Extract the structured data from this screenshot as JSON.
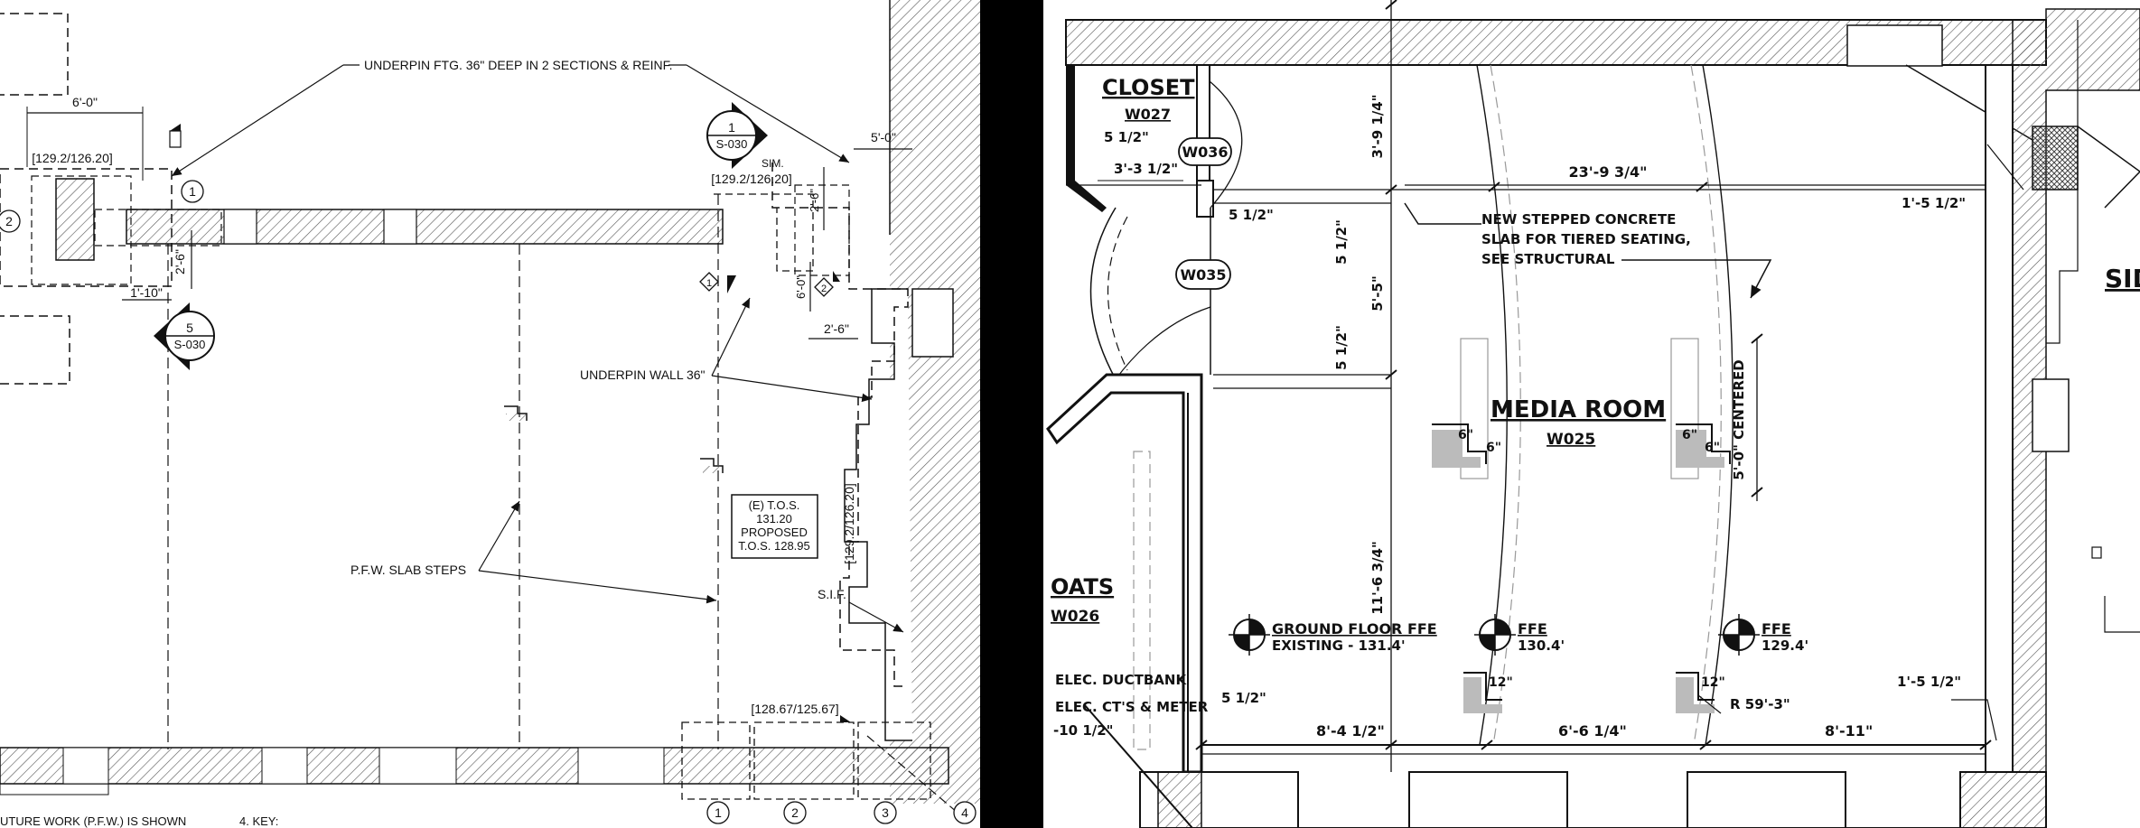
{
  "left_panel": {
    "notes": {
      "underpin_ftg": "UNDERPIN FTG. 36\" DEEP IN 2 SECTIONS & REINF.",
      "underpin_wall": "UNDERPIN WALL 36\"",
      "pfw_slab_steps": "P.F.W. SLAB STEPS",
      "sif": "S.I.F.",
      "sim": "SIM.",
      "future_work": "UTURE WORK (P.F.W.) IS SHOWN",
      "key": "4. KEY:"
    },
    "dimensions": {
      "d_6_0_top": "6'-0\"",
      "d_5_0": "5'-0\"",
      "d_2_6_left": "2'-6\"",
      "d_1_10": "1'-10\"",
      "d_2_6_right_v": "2'-6\"",
      "d_6_0_v": "6'-0\"",
      "d_2_6_h": "2'-6\""
    },
    "elevations": {
      "el_left": "[129.2/126.20]",
      "el_top_right": "[129.2/126.20]",
      "el_vertical": "[129.2/126.20]",
      "el_bottom": "[128.67/125.67]"
    },
    "tos_box": {
      "line1": "(E) T.O.S.",
      "line2": "131.20",
      "line3": "PROPOSED",
      "line4": "T.O.S. 128.95"
    },
    "section_markers": [
      {
        "num": "1",
        "sheet": "S-030"
      },
      {
        "num": "5",
        "sheet": "S-030"
      }
    ],
    "circle_tags": [
      "1",
      "2",
      "1",
      "2",
      "3",
      "4"
    ],
    "diamond_tags": [
      "1",
      "2"
    ]
  },
  "right_panel": {
    "rooms": {
      "closet": "CLOSET",
      "closet_num": "W027",
      "media_room": "MEDIA ROOM",
      "media_num": "W025",
      "coats": "OATS",
      "coats_num": "W026",
      "side_cut": "SID"
    },
    "doors": [
      "W036",
      "W035"
    ],
    "notes": {
      "slab_line1": "NEW STEPPED CONCRETE",
      "slab_line2": "SLAB FOR TIERED SEATING,",
      "slab_line3": "SEE STRUCTURAL",
      "ductbank": "ELEC. DUCTBANK",
      "cts_meter": "ELEC. CT'S & METER",
      "centered": "5'-0\" CENTERED",
      "radius": "R 59'-3\""
    },
    "ffe": {
      "ground_line1": "GROUND FLOOR FFE",
      "ground_line2": "EXISTING - 131.4'",
      "ffe_label": "FFE",
      "ffe_mid_value": "130.4'",
      "ffe_right_value": "129.4'"
    },
    "dimensions": {
      "d_5_half_a": "5 1/2\"",
      "d_3_3_half": "3'-3 1/2\"",
      "d_5_half_b": "5 1/2\"",
      "d_3_9_quarter": "3'-9 1/4\"",
      "d_23_9": "23'-9 3/4\"",
      "d_1_5_half_top": "1'-5 1/2\"",
      "d_5_half_v1": "5 1/2\"",
      "d_5_5": "5'-5\"",
      "d_5_half_v2": "5 1/2\"",
      "d_11_6": "11'-6 3/4\"",
      "d_6_a": "6\"",
      "d_6_b": "6\"",
      "d_6_c": "6\"",
      "d_6_d": "6\"",
      "d_12_a": "12\"",
      "d_12_b": "12\"",
      "d_1_5_half_bot": "1'-5 1/2\"",
      "d_5_half_bot": "5 1/2\"",
      "d_10_half": "-10 1/2\"",
      "d_8_4_half": "8'-4 1/2\"",
      "d_6_6_quarter": "6'-6 1/4\"",
      "d_8_11": "8'-11\""
    }
  }
}
